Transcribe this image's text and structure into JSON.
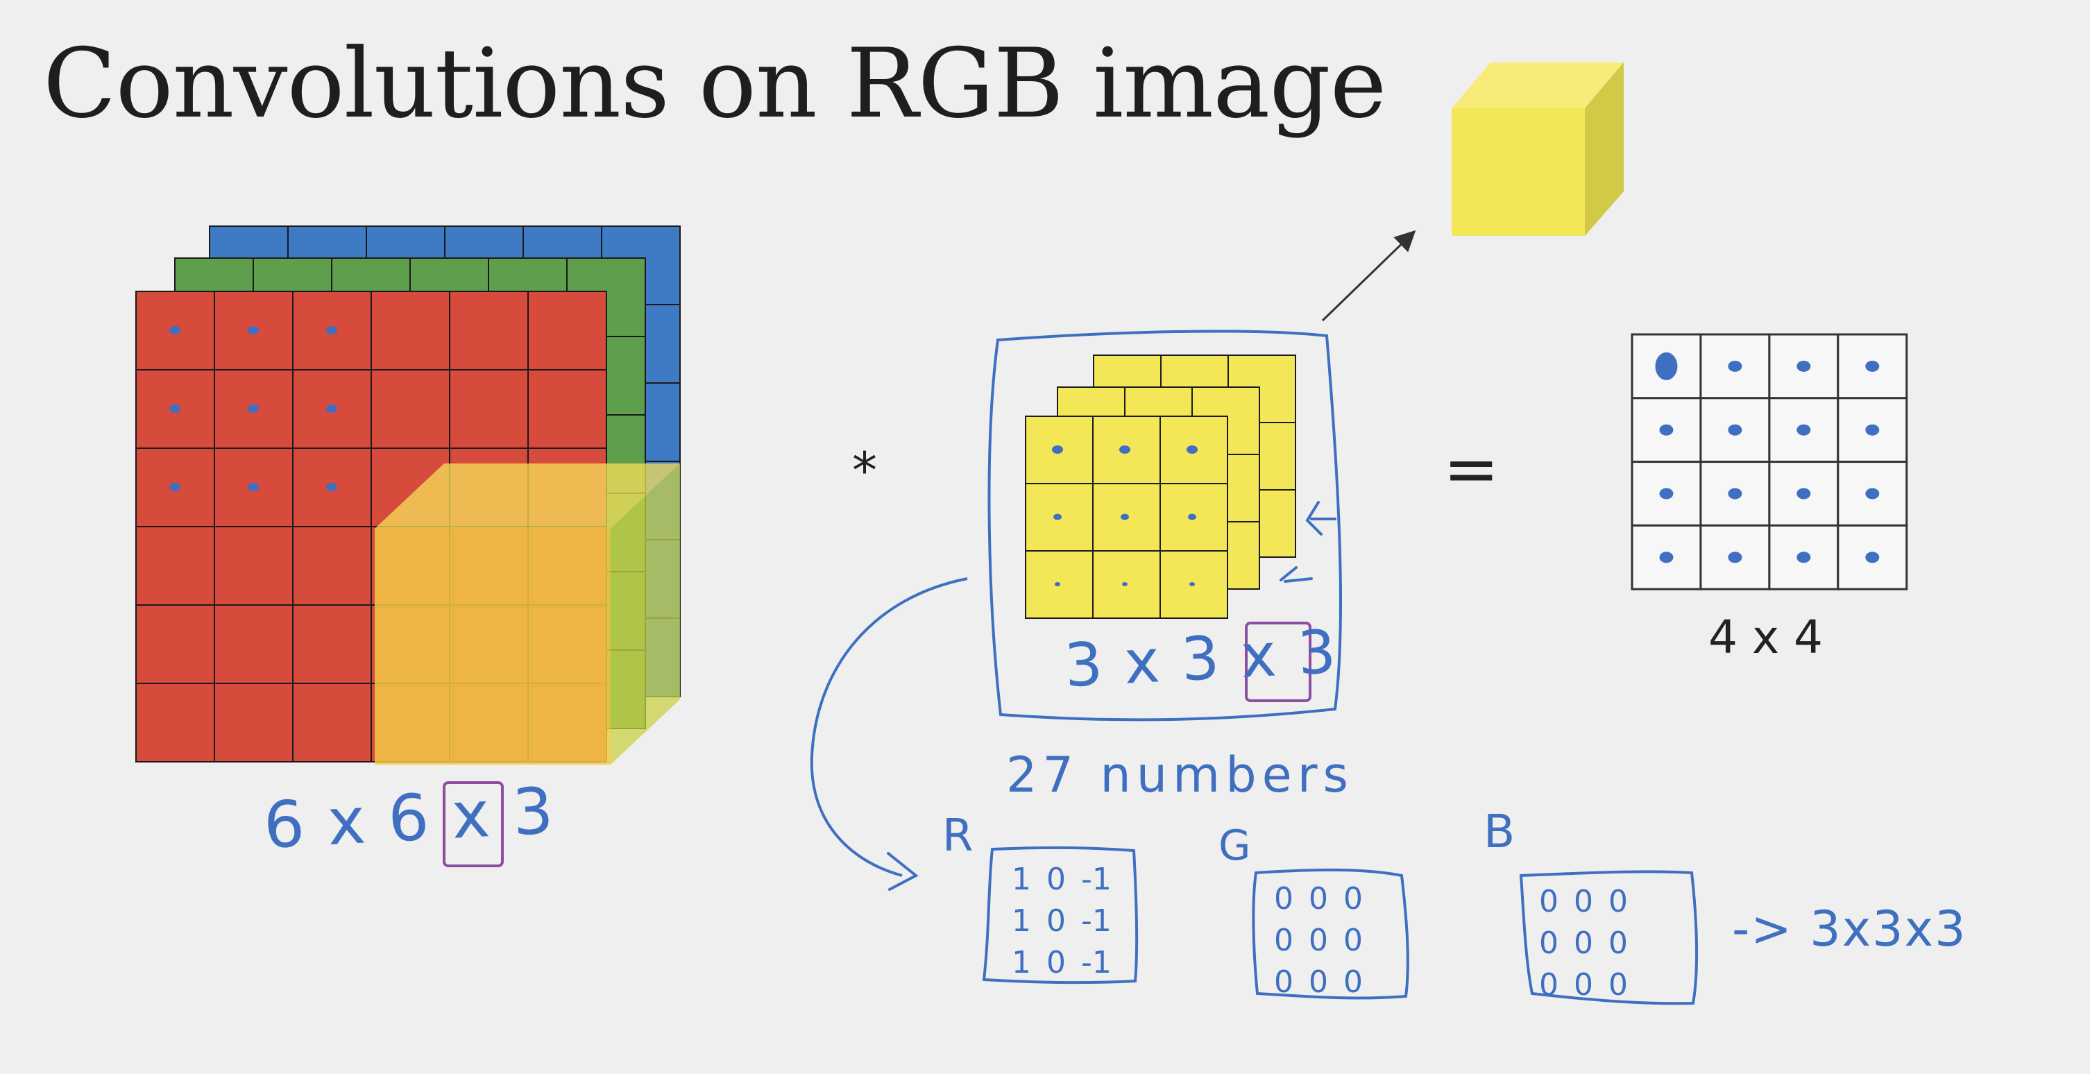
{
  "title": "Convolutions on RGB image",
  "colors": {
    "background": "#efefef",
    "red": "#d64b3c",
    "green": "#5f9e4d",
    "blue": "#3f7ac4",
    "yellow": "#f4e757",
    "ink": "#3f6fc0",
    "purple": "#8c4ea0"
  },
  "input_volume": {
    "rows": 6,
    "cols": 6,
    "channels": 3,
    "dims_label": "6 x 6 x 3"
  },
  "filter_volume": {
    "rows": 3,
    "cols": 3,
    "channels": 3,
    "dims_label": "3 x 3 x 3",
    "count_label": "27 numbers"
  },
  "output": {
    "rows": 4,
    "cols": 4,
    "dims_label": "4 x 4"
  },
  "operators": {
    "convolve": "*",
    "equals": "="
  },
  "channel_filters": [
    {
      "letter": "R",
      "rows": [
        [
          "1",
          "0",
          "-1"
        ],
        [
          "1",
          "0",
          "-1"
        ],
        [
          "1",
          "0",
          "-1"
        ]
      ]
    },
    {
      "letter": "G",
      "rows": [
        [
          "0",
          "0",
          "0"
        ],
        [
          "0",
          "0",
          "0"
        ],
        [
          "0",
          "0",
          "0"
        ]
      ]
    },
    {
      "letter": "B",
      "rows": [
        [
          "0",
          "0",
          "0"
        ],
        [
          "0",
          "0",
          "0"
        ],
        [
          "0",
          "0",
          "0"
        ]
      ]
    }
  ],
  "result_label": "-> 3x3x3"
}
